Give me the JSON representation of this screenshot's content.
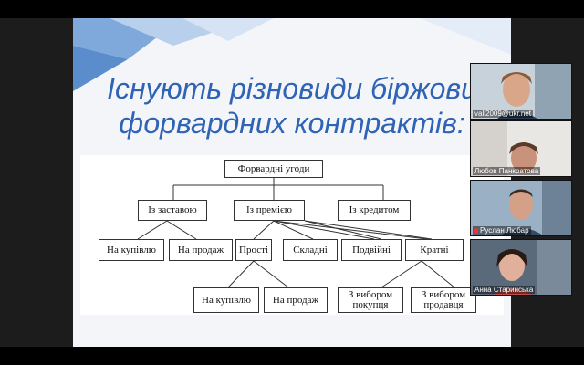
{
  "slide": {
    "title_line1": "Існують різновиди біржови",
    "title_line2": "форвардних контрактів:",
    "diagram": {
      "root": "Форвардні угоди",
      "level2": [
        "Із заставою",
        "Із премією",
        "Із кредитом"
      ],
      "zastava_children": [
        "На купівлю",
        "На продаж"
      ],
      "premium_children": [
        "Прості",
        "Складні",
        "Подвійні",
        "Кратні"
      ],
      "simple_children": [
        "На купівлю",
        "На продаж"
      ],
      "multiple_children": [
        "З вибором покупця",
        "З вибором продавця"
      ]
    }
  },
  "participants": [
    {
      "name": "vali2009@ukr.net"
    },
    {
      "name": "Любов Панкратова"
    },
    {
      "name": "Руслан Любар"
    },
    {
      "name": "Анна Старинська"
    }
  ],
  "colors": {
    "title": "#2f63b4",
    "background": "#1c1c1c",
    "mic_muted": "#e33333"
  }
}
